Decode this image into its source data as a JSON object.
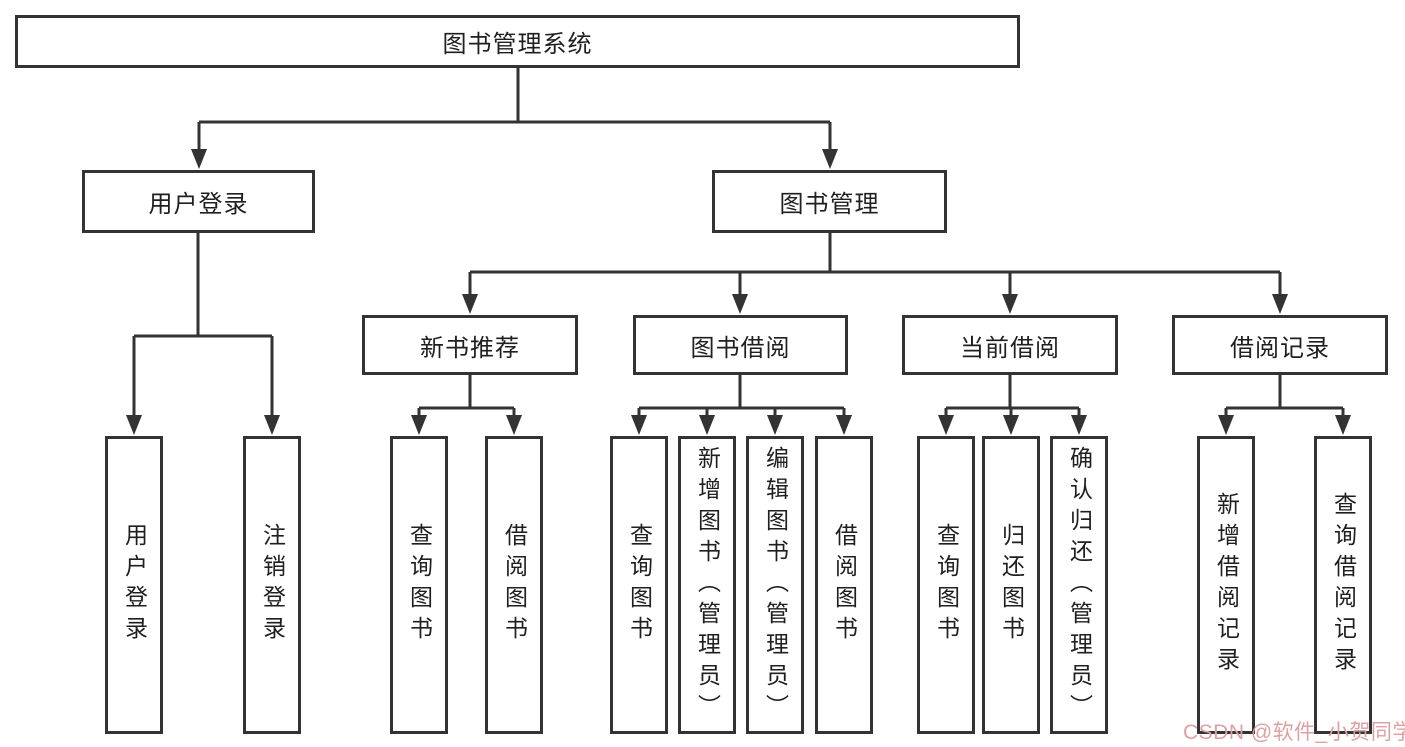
{
  "diagram": {
    "root": {
      "label": "图书管理系统"
    },
    "level2": [
      {
        "label": "用户登录"
      },
      {
        "label": "图书管理"
      }
    ],
    "level3": [
      {
        "label": "新书推荐"
      },
      {
        "label": "图书借阅"
      },
      {
        "label": "当前借阅"
      },
      {
        "label": "借阅记录"
      }
    ],
    "leaves": {
      "user_login": [
        "用户登录",
        "注销登录"
      ],
      "new_book": [
        "查询图书",
        "借阅图书"
      ],
      "book_borrow": [
        "查询图书",
        "新增图书（管理员）",
        "编辑图书（管理员）",
        "借阅图书"
      ],
      "current_borrow": [
        "查询图书",
        "归还图书",
        "确认归还（管理员）"
      ],
      "borrow_records": [
        "新增借阅记录",
        "查询借阅记录"
      ]
    }
  },
  "watermark": {
    "text": "CSDN @软件_小贺同学"
  },
  "colors": {
    "line": "#333333",
    "text": "#1f1f1f",
    "background": "#ffffff",
    "watermark": "#dfa0a0"
  }
}
